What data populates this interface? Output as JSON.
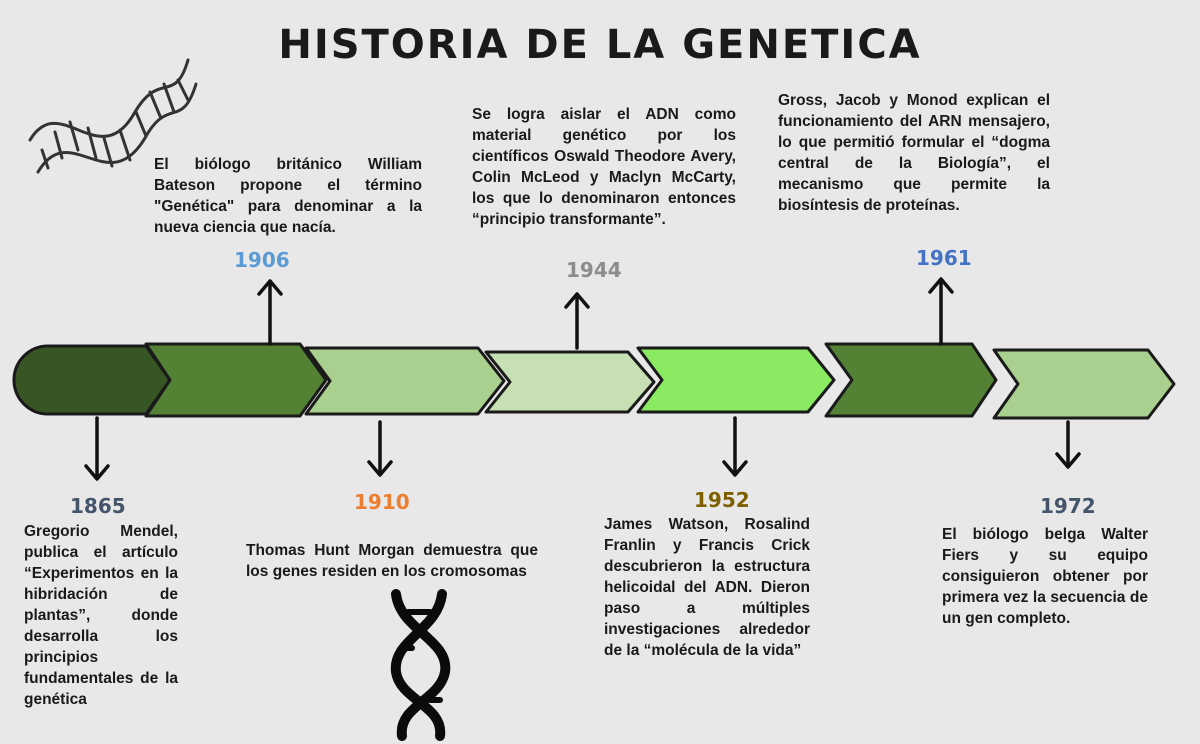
{
  "title": "Historia de la genetica",
  "events": [
    {
      "year": "1865",
      "year_color": "#44546a",
      "text": "Gregorio Mendel, publica el artículo “Experimentos en la hibridación de plantas”, donde desarrolla los principios fundamentales de la genética"
    },
    {
      "year": "1906",
      "year_color": "#5b9bd5",
      "text": "El biólogo británico William Bateson propone el término \"Genética\" para denominar a la nueva ciencia que nacía."
    },
    {
      "year": "1910",
      "year_color": "#ed7d31",
      "text": "Thomas Hunt Morgan demuestra que los genes residen en los cromosomas"
    },
    {
      "year": "1944",
      "year_color": "#8c8c8c",
      "text": "Se logra aislar el ADN como material genético por los científicos Oswald Theodore Avery, Colin McLeod y Maclyn McCarty, los que lo denominaron entonces “principio transformante”."
    },
    {
      "year": "1952",
      "year_color": "#7f6000",
      "text": "James Watson, Rosalind Franlin y Francis Crick descubrieron la estructura helicoidal del ADN. Dieron paso a múltiples investigaciones alrededor de la “molécula de la vida”"
    },
    {
      "year": "1961",
      "year_color": "#4472c4",
      "text": "Gross, Jacob y Monod explican el funcionamiento del ARN mensajero, lo que permitió formular el “dogma central de la Biología”, el mecanismo que permite la biosíntesis de proteínas."
    },
    {
      "year": "1972",
      "year_color": "#44546a",
      "text": "El biólogo belga Walter Fiers y su equipo consiguieron obtener por primera vez la secuencia de un gen completo."
    }
  ],
  "segment_colors": [
    "#375623",
    "#548235",
    "#a9d08e",
    "#c6e0b4",
    "#8aea62",
    "#548235",
    "#a9d08e"
  ],
  "icons": [
    "dna-helix-icon",
    "dna-strand-icon"
  ]
}
